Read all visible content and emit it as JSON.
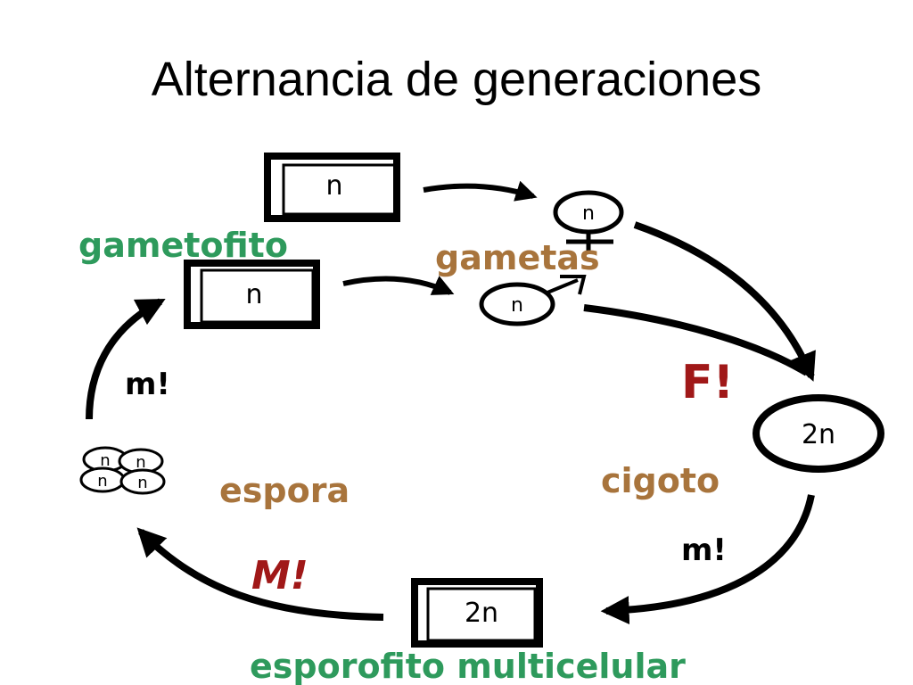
{
  "title": "Alternancia de generaciones",
  "labels": {
    "gametofito": "gametofito",
    "gametas": "gametas",
    "espora": "espora",
    "cigoto": "cigoto",
    "esporofito": "esporofito multicelular",
    "meiosis_spore": "M!",
    "fertilization": "F!",
    "mitosis_left": "m!",
    "mitosis_right": "m!"
  },
  "nodes": {
    "gametophyte_top": "n",
    "gametophyte_bottom": "n",
    "female_gamete": "n",
    "male_gamete": "n",
    "zygote": "2n",
    "sporophyte": "2n",
    "spore_cells": [
      "n",
      "n",
      "n",
      "n"
    ]
  },
  "colors": {
    "green_label": "#2e9a5c",
    "brown_label": "#a8743c",
    "red_label": "#a01818",
    "ink": "#000000"
  }
}
